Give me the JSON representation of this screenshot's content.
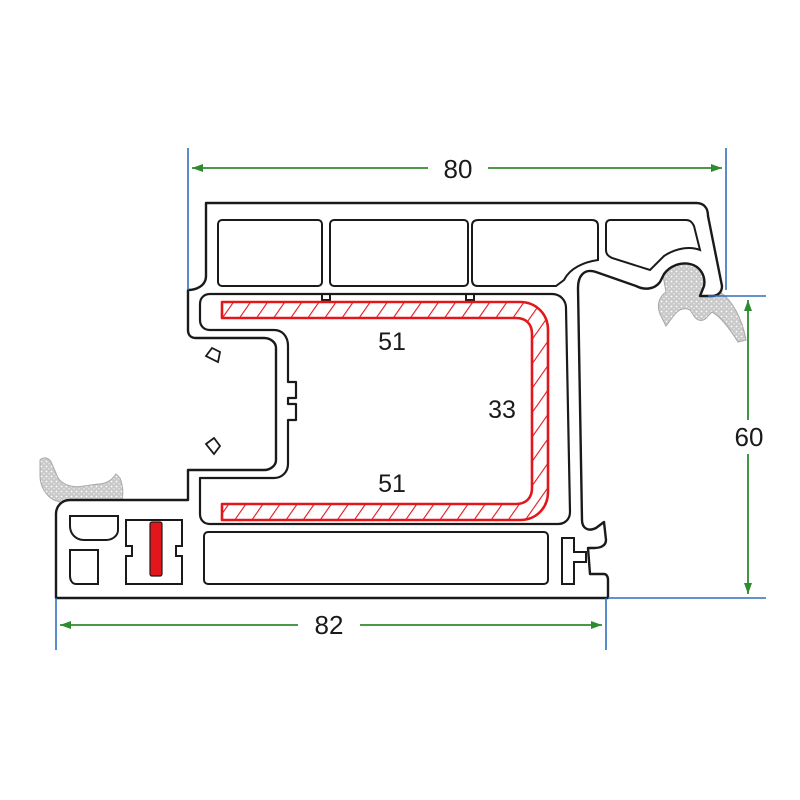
{
  "dimensions": {
    "top_width": "80",
    "bottom_width": "82",
    "right_height": "60"
  },
  "reinforcement_labels": {
    "top_leg": "51",
    "bottom_leg": "51",
    "back": "33"
  },
  "colors": {
    "profile_stroke": "#1a1a1a",
    "dimension_line": "#2e8b2e",
    "extension_line": "#2f6fbf",
    "reinforcement": "#e3161b",
    "gasket": "#b8b8b8"
  }
}
